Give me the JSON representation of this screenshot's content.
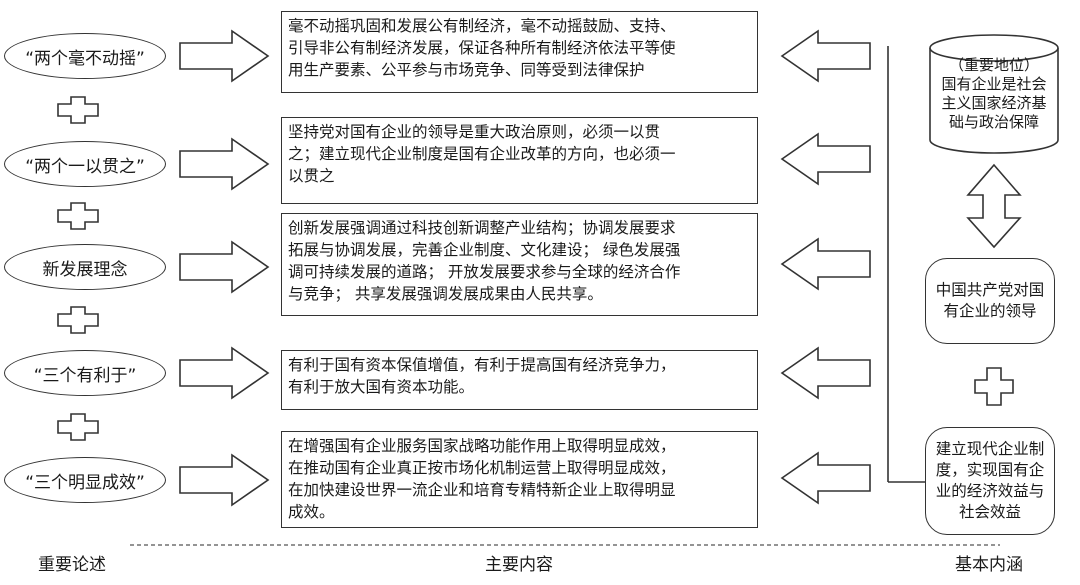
{
  "left_column": {
    "items": [
      {
        "label": "“两个毫不动摇”"
      },
      {
        "label": "“两个一以贯之”"
      },
      {
        "label": "新发展理念"
      },
      {
        "label": "“三个有利于”"
      },
      {
        "label": "“三个明显成效”"
      }
    ]
  },
  "middle_column": {
    "boxes": [
      {
        "lines": [
          "毫不动摇巩固和发展公有制经济，毫不动摇鼓励、支持、",
          "引导非公有制经济发展，保证各种所有制经济依法平等使",
          "用生产要素、公平参与市场竞争、同等受到法律保护"
        ]
      },
      {
        "lines": [
          "坚持党对国有企业的领导是重大政治原则，必须一以贯",
          "之；建立现代企业制度是国有企业改革的方向，也必须一",
          "以贯之"
        ]
      },
      {
        "lines": [
          "创新发展强调通过科技创新调整产业结构；协调发展要求",
          "拓展与协调发展，完善企业制度、文化建设；  绿色发展强",
          "调可持续发展的道路；  开放发展要求参与全球的经济合作",
          "与竞争；  共享发展强调发展成果由人民共享。"
        ]
      },
      {
        "lines": [
          "有利于国有资本保值增值，有利于提高国有经济竞争力，",
          "有利于放大国有资本功能。"
        ]
      },
      {
        "lines": [
          "在增强国有企业服务国家战略功能作用上取得明显成效，",
          "在推动国有企业真正按市场化机制运营上取得明显成效，",
          "在加快建设世界一流企业和培育专精特新企业上取得明显",
          "成效。"
        ]
      }
    ]
  },
  "right_column": {
    "cylinder": {
      "lines": [
        "（重要地位）",
        "国有企业是社会",
        "主义国家经济基",
        "础与政治保障"
      ]
    },
    "leadership_box": {
      "lines": [
        "中国共产党对国",
        "有企业的领导"
      ]
    },
    "system_box": {
      "lines": [
        "建立现代企业制",
        "度，实现国有企",
        "业的经济效益与",
        "社会效益"
      ]
    }
  },
  "footer": {
    "left": "重要论述",
    "middle": "主要内容",
    "right": "基本内涵"
  }
}
